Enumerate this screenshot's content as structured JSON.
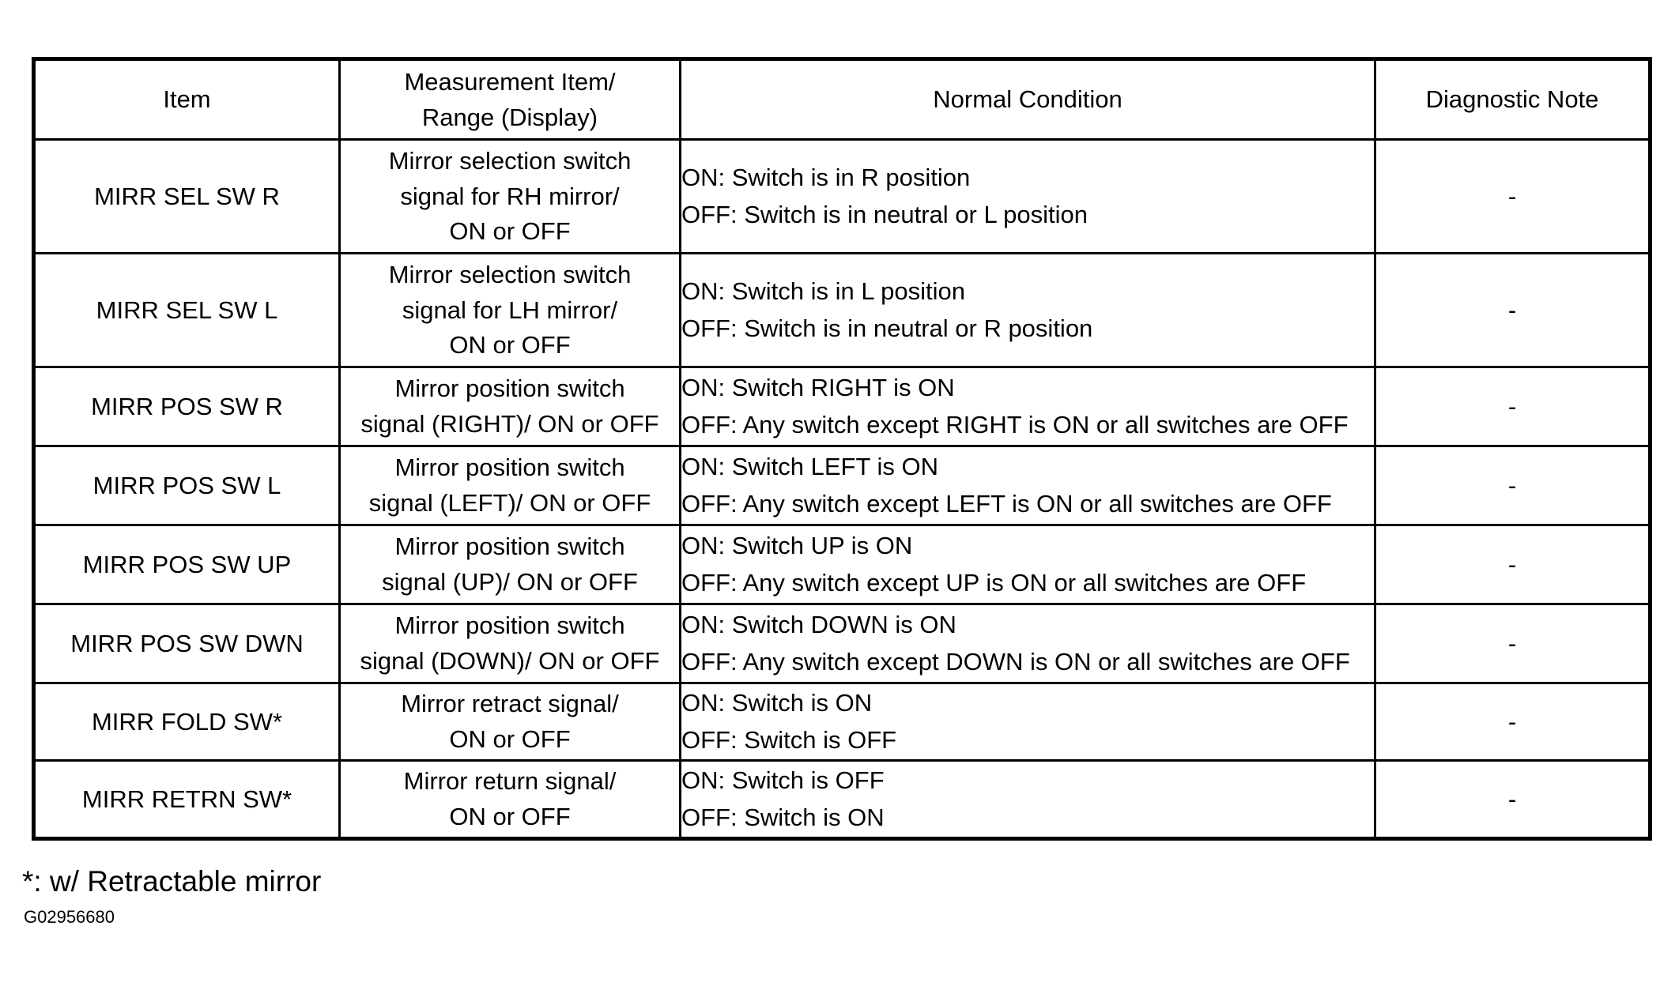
{
  "table": {
    "headers": [
      {
        "line1": "Item",
        "line2": ""
      },
      {
        "line1": "Measurement Item/",
        "line2": "Range (Display)"
      },
      {
        "line1": "Normal Condition",
        "line2": ""
      },
      {
        "line1": "Diagnostic Note",
        "line2": ""
      }
    ],
    "rows": [
      {
        "item": "MIRR SEL SW R",
        "measurement": [
          "Mirror selection switch",
          "signal for RH mirror/",
          "ON or OFF"
        ],
        "condition": [
          "ON: Switch is in R position",
          "OFF: Switch is in neutral or L position"
        ],
        "note": "-"
      },
      {
        "item": "MIRR SEL SW L",
        "measurement": [
          "Mirror selection switch",
          "signal for LH mirror/",
          "ON or OFF"
        ],
        "condition": [
          "ON: Switch is in L position",
          "OFF: Switch is in neutral or R position"
        ],
        "note": "-"
      },
      {
        "item": "MIRR POS SW R",
        "measurement": [
          "Mirror position switch",
          "signal (RIGHT)/ ON or OFF"
        ],
        "condition": [
          "ON: Switch RIGHT is ON",
          "OFF: Any switch except RIGHT is ON or all switches are OFF"
        ],
        "note": "-"
      },
      {
        "item": "MIRR POS SW L",
        "measurement": [
          "Mirror position switch",
          "signal (LEFT)/ ON or OFF"
        ],
        "condition": [
          "ON: Switch LEFT is ON",
          "OFF: Any switch except LEFT is ON or all switches are OFF"
        ],
        "note": "-"
      },
      {
        "item": "MIRR POS SW UP",
        "measurement": [
          "Mirror position switch",
          "signal (UP)/ ON or OFF"
        ],
        "condition": [
          "ON: Switch UP is ON",
          "OFF: Any switch except UP is ON or all switches are OFF"
        ],
        "note": "-"
      },
      {
        "item": "MIRR POS SW DWN",
        "measurement": [
          "Mirror position switch",
          "signal (DOWN)/ ON or OFF"
        ],
        "condition": [
          "ON: Switch DOWN is ON",
          "OFF: Any switch except DOWN is ON or all switches are OFF"
        ],
        "note": "-"
      },
      {
        "item": "MIRR FOLD SW*",
        "measurement": [
          "Mirror retract signal/",
          "ON or OFF"
        ],
        "condition": [
          "ON: Switch is ON",
          "OFF: Switch is OFF"
        ],
        "note": "-"
      },
      {
        "item": "MIRR RETRN SW*",
        "measurement": [
          "Mirror return signal/",
          "ON or OFF"
        ],
        "condition": [
          "ON: Switch is OFF",
          "OFF: Switch is ON"
        ],
        "note": "-"
      }
    ]
  },
  "footnote": "*: w/ Retractable mirror",
  "figure_code": "G02956680"
}
